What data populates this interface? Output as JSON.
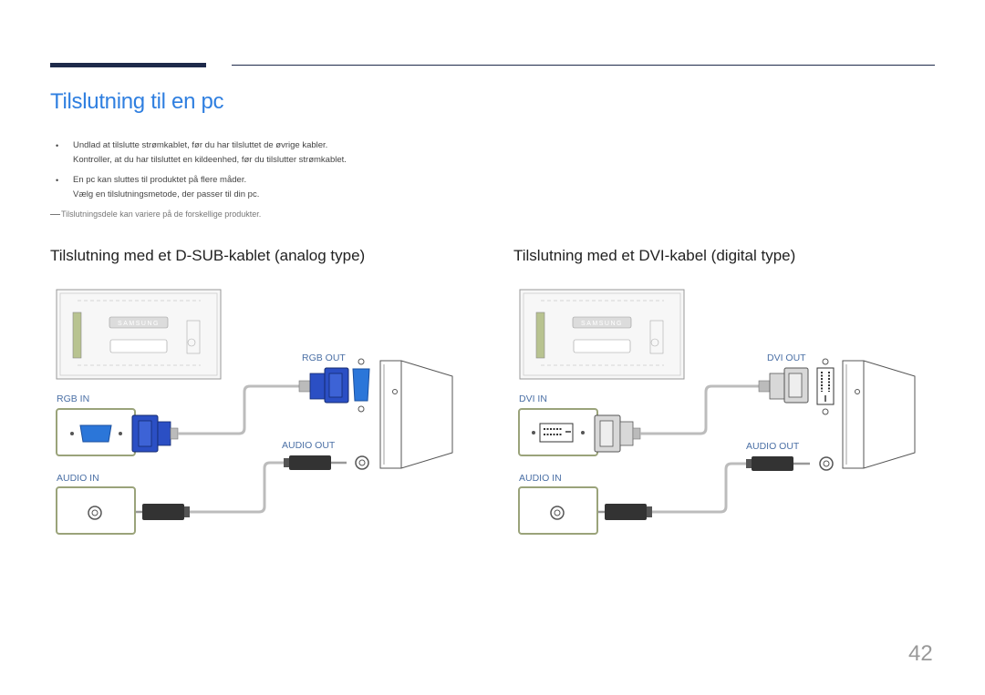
{
  "page": {
    "title": "Tilslutning til en pc",
    "page_number": "42"
  },
  "bullets": [
    {
      "line1": "Undlad at tilslutte strømkablet, før du har tilsluttet de øvrige kabler.",
      "line2": "Kontroller, at du har tilsluttet en kildeenhed, før du tilslutter strømkablet."
    },
    {
      "line1": "En pc kan sluttes til produktet på flere måder.",
      "line2": "Vælg en tilslutningsmetode, der passer til din pc."
    }
  ],
  "note": "Tilslutningsdele kan variere på de forskellige produkter.",
  "sections": {
    "left": {
      "heading": "Tilslutning med et D-SUB-kablet (analog type)",
      "out_label": "RGB OUT",
      "in_label": "RGB IN",
      "audio_out_label": "AUDIO OUT",
      "audio_in_label": "AUDIO IN",
      "brand": "SAMSUNG"
    },
    "right": {
      "heading": "Tilslutning med et DVI-kabel (digital type)",
      "out_label": "DVI OUT",
      "in_label": "DVI IN",
      "audio_out_label": "AUDIO OUT",
      "audio_in_label": "AUDIO IN",
      "brand": "SAMSUNG"
    }
  },
  "colors": {
    "accent_blue": "#2f7fe0",
    "vga_blue": "#2b4fc4",
    "port_frame": "#9aa37a",
    "label_blue": "#4a6fa5"
  }
}
